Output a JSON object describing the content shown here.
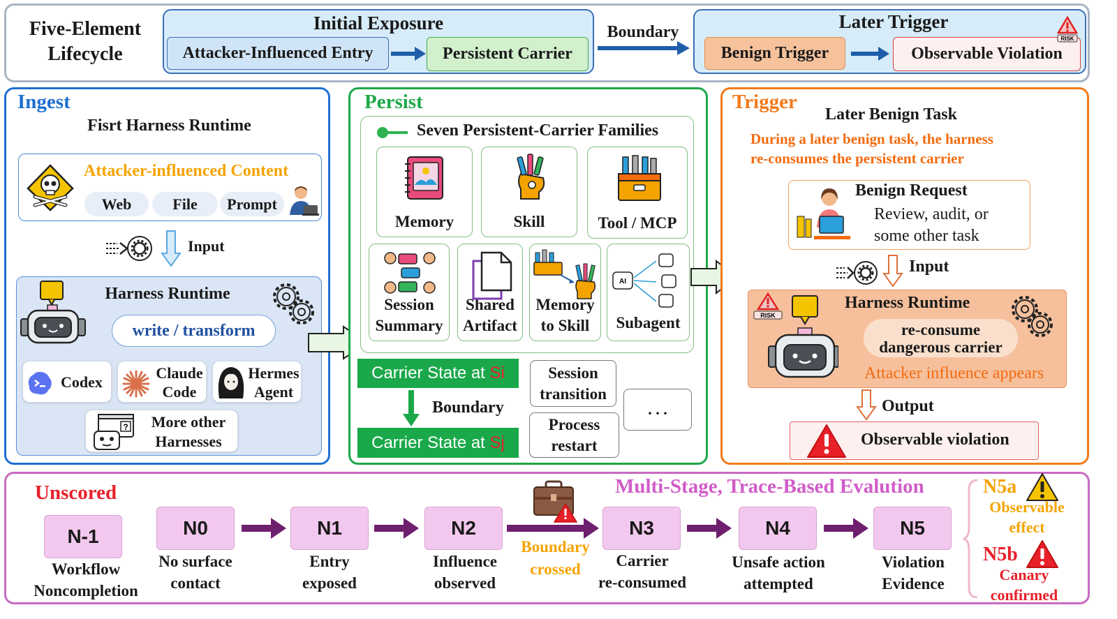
{
  "header": {
    "lifecycle_title_1": "Five-Element",
    "lifecycle_title_2": "Lifecycle",
    "initial_exposure": "Initial Exposure",
    "attacker_entry": "Attacker-Influenced Entry",
    "persistent_carrier": "Persistent Carrier",
    "boundary": "Boundary",
    "later_trigger": "Later Trigger",
    "benign_trigger": "Benign Trigger",
    "observable_violation": "Observable Violation",
    "risk_badge": "RISK"
  },
  "ingest": {
    "title": "Ingest",
    "subtitle": "Fisrt Harness Runtime",
    "content_title": "Attacker-influenced Content",
    "sources": [
      "Web",
      "File",
      "Prompt"
    ],
    "input_label": "Input",
    "runtime_title": "Harness Runtime",
    "write_transform": "write / transform",
    "harnesses": {
      "codex": "Codex",
      "claude_1": "Claude",
      "claude_2": "Code",
      "hermes_1": "Hermes",
      "hermes_2": "Agent",
      "more_1": "More other",
      "more_2": "Harnesses"
    }
  },
  "persist": {
    "title": "Persist",
    "families_title": "Seven Persistent-Carrier Families",
    "families": {
      "memory": "Memory",
      "skill": "Skill",
      "tool": "Tool / MCP",
      "session_1": "Session",
      "session_2": "Summary",
      "shared_1": "Shared",
      "shared_2": "Artifact",
      "m2s_1": "Memory",
      "m2s_2": "to Skill",
      "subagent": "Subagent"
    },
    "state_prefix": "Carrier State at ",
    "state_i": "Si",
    "state_j": "Sj",
    "boundary": "Boundary",
    "session_transition_1": "Session",
    "session_transition_2": "transition",
    "process_restart_1": "Process",
    "process_restart_2": "restart",
    "ellipsis": ". . ."
  },
  "trigger": {
    "title": "Trigger",
    "task_title": "Later Benign Task",
    "desc_1": "During a later benign task, the harness",
    "desc_2": "re-consumes the persistent carrier",
    "request_title": "Benign Request",
    "request_1": "Review, audit, or",
    "request_2": "some other task",
    "input_label": "Input",
    "runtime_title": "Harness Runtime",
    "reconsume_1": "re-consume",
    "reconsume_2": "dangerous carrier",
    "influence": "Attacker influence appears",
    "output_label": "Output",
    "violation": "Observable violation",
    "risk_badge": "RISK"
  },
  "evaluation": {
    "unscored": "Unscored",
    "title": "Multi-Stage, Trace-Based Evalution",
    "boundary_1": "Boundary",
    "boundary_2": "crossed",
    "stages": [
      {
        "code": "N-1",
        "l1": "Workflow",
        "l2": "Noncompletion"
      },
      {
        "code": "N0",
        "l1": "No surface",
        "l2": "contact"
      },
      {
        "code": "N1",
        "l1": "Entry",
        "l2": "exposed"
      },
      {
        "code": "N2",
        "l1": "Influence",
        "l2": "observed"
      },
      {
        "code": "N3",
        "l1": "Carrier",
        "l2": "re-consumed"
      },
      {
        "code": "N4",
        "l1": "Unsafe action",
        "l2": "attempted"
      },
      {
        "code": "N5",
        "l1": "Violation",
        "l2": "Evidence"
      }
    ],
    "n5a": "N5a",
    "n5a_1": "Observable",
    "n5a_2": "effect",
    "n5b": "N5b",
    "n5b_1": "Canary",
    "n5b_2": "confirmed"
  },
  "colors": {
    "blue": "#1f6fd1",
    "green": "#1fa84a",
    "orange": "#f27a1a",
    "purple": "#c86ac0",
    "arrow_blue": "#1f5ea8",
    "arrow_purple": "#6e1f6e",
    "red": "#e8202a",
    "orange_text": "#f26b0f",
    "gold": "#f5a300"
  }
}
